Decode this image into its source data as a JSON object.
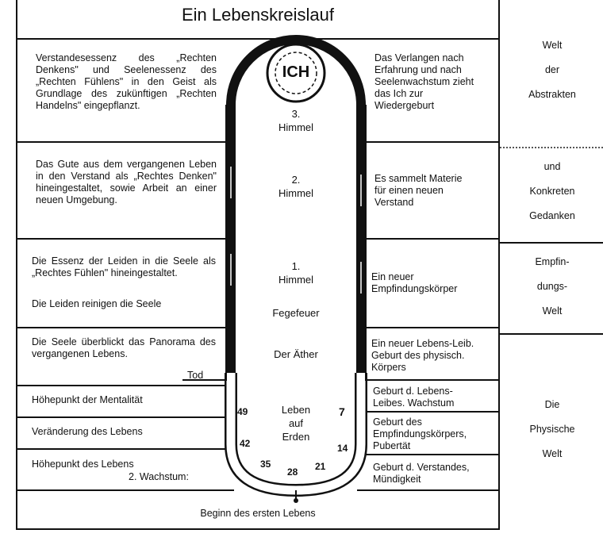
{
  "title": "Ein Lebenskreislauf",
  "left": {
    "r1": "Verstandesessenz des „Rechten Denkens\" und Seelenessenz des „Rechten Fühlens\" in den Geist als Grundlage des zukünftigen „Rechten Handelns\" eingepflanzt.",
    "r2": "Das Gute aus dem vergangenen Leben in den Verstand als „Rechtes Denken\" hineingestaltet, sowie Arbeit an einer neuen Umgebung.",
    "r3a": "Die Essenz der Leiden in die Seele als „Rechtes Fühlen\" hineingestaltet.",
    "r3b": "Die Leiden reinigen die Seele",
    "r4": "Die Seele überblickt das Panorama des vergangenen Lebens.",
    "tod": "Tod",
    "r5": "Höhepunkt der Mentalität",
    "r6": "Veränderung des Lebens",
    "r7a": "Höhepunkt des Lebens",
    "r7b": "2. Wachstum:"
  },
  "center": {
    "ich": "ICH",
    "h3a": "3.",
    "h3b": "Himmel",
    "h2a": "2.",
    "h2b": "Himmel",
    "h1a": "1.",
    "h1b": "Himmel",
    "fegefeuer": "Fegefeuer",
    "aether": "Der Äther",
    "erde1": "Leben",
    "erde2": "auf",
    "erde3": "Erden",
    "ages": [
      "7",
      "14",
      "21",
      "28",
      "35",
      "42",
      "49"
    ]
  },
  "right": {
    "r1": "Das Verlangen nach Erfahrung und nach Seelenwachstum zieht das Ich zur Wiedergeburt",
    "r2": "Es sammelt Materie für einen neuen Verstand",
    "r3": "Ein neuer Empfindungskörper",
    "r4": "Ein neuer Lebens-Leib. Geburt des physisch. Körpers",
    "r5": "Geburt d. Lebens-Leibes. Wachstum",
    "r6": "Geburt des Empfindungskörpers, Pubertät",
    "r7": "Geburt d. Verstandes, Mündigkeit"
  },
  "worlds": {
    "w1": [
      "Welt",
      "der",
      "Abstrakten"
    ],
    "w2": [
      "und",
      "Konkreten",
      "Gedanken"
    ],
    "w3": [
      "Empfin-",
      "dungs-",
      "Welt"
    ],
    "w4": [
      "Die",
      "Physische",
      "Welt"
    ]
  },
  "bottom": "Beginn des ersten Lebens"
}
